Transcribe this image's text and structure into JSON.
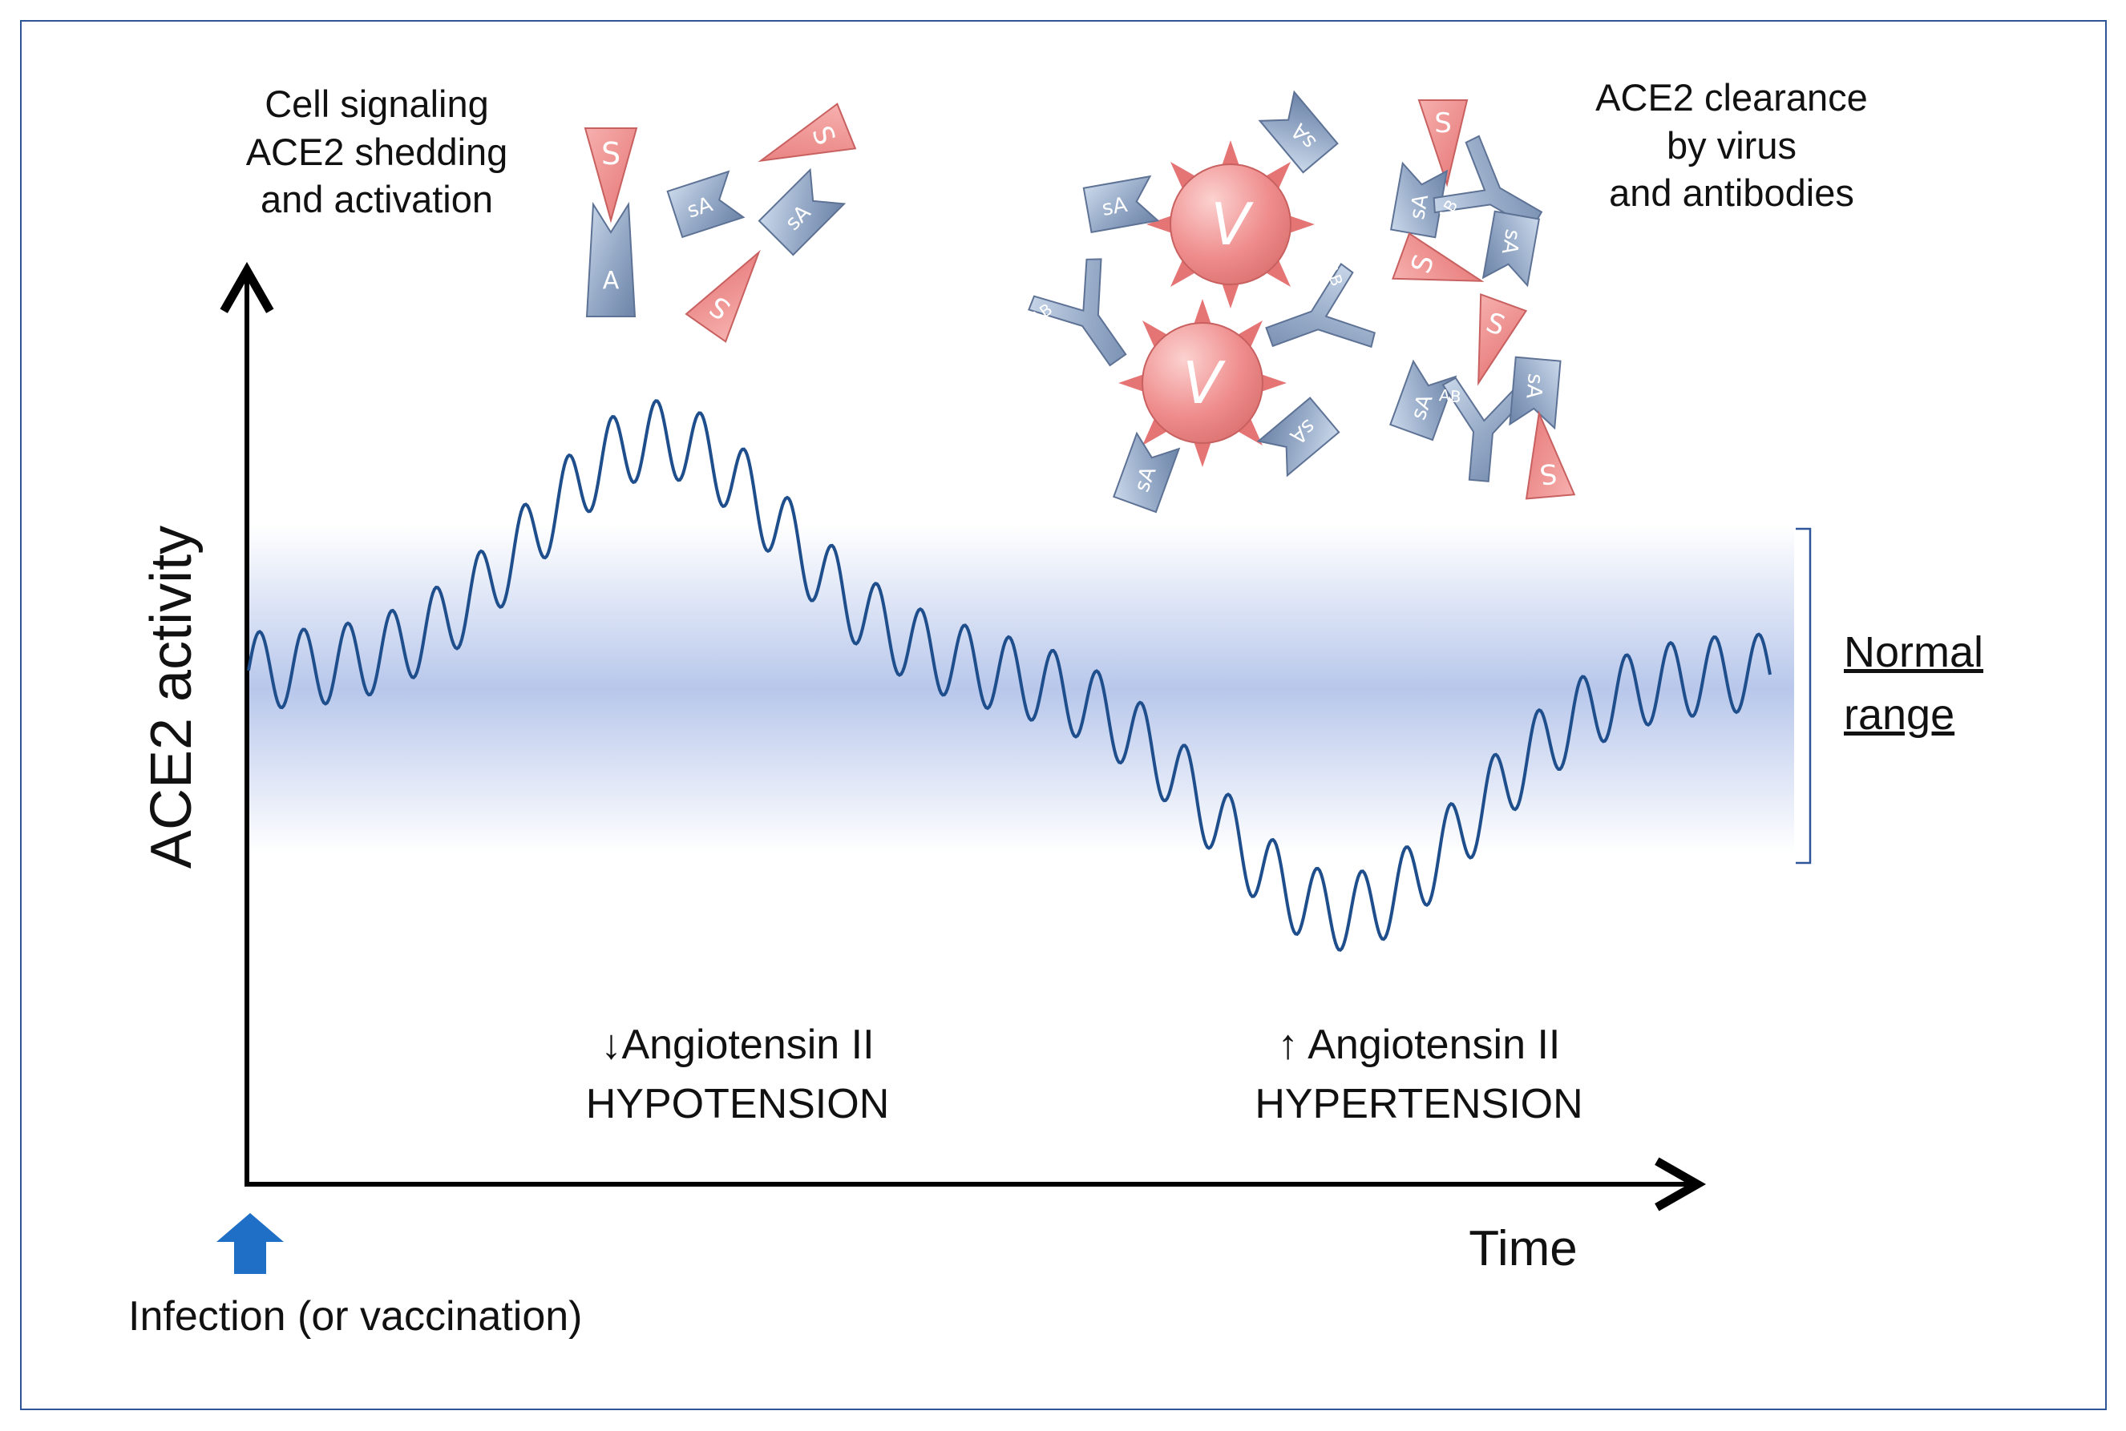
{
  "y_axis_label": "ACE2 activity",
  "x_axis_label": "Time",
  "start_marker_label": "Infection (or vaccination)",
  "normal_range_label": [
    "Normal",
    "range"
  ],
  "phase_early": {
    "caption": [
      "Cell signaling",
      "ACE2 shedding",
      "and activation"
    ],
    "effect": [
      "↓Angiotensin  II",
      "HYPOTENSION"
    ]
  },
  "phase_late": {
    "caption": [
      "ACE2 clearance",
      "by virus",
      "and antibodies"
    ],
    "effect": [
      "↑ Angiotensin II",
      "HYPERTENSION"
    ]
  },
  "glyph_labels": {
    "spike": "S",
    "ace2": "A",
    "soluble_ace2": "sA",
    "virus": "V",
    "antibody": "AB"
  },
  "colors": {
    "frame": "#2e5597",
    "curve": "#1f4e8c",
    "band": "#b4c4ea",
    "spike_fill": "#ef8a88",
    "virus_fill": "#ef8c8c",
    "ace2_fill": "#9db0cc",
    "arrow_up": "#1f6fc6"
  },
  "curve": {
    "baseline_trend": [
      "normal",
      "rise",
      "peak",
      "fall",
      "trough",
      "recovery"
    ]
  }
}
